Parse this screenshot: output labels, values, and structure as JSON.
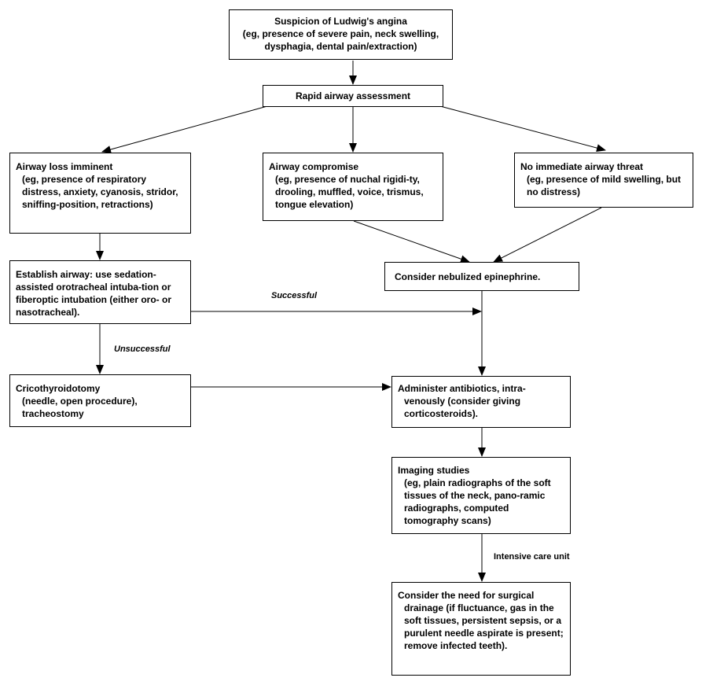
{
  "nodes": {
    "suspicion": {
      "first": "Suspicion of Ludwig's angina",
      "rest": "(eg, presence of severe pain, neck swelling, dysphagia, dental pain/extraction)"
    },
    "rapid_assessment": {
      "first": "Rapid airway assessment",
      "rest": ""
    },
    "airway_loss": {
      "first": "Airway loss imminent",
      "rest": "(eg, presence of respiratory distress, anxiety, cyanosis, stridor, sniffing-position, retractions)"
    },
    "airway_compromise": {
      "first": "Airway compromise",
      "rest": "(eg, presence of nuchal rigidi-ty, drooling, muffled, voice, trismus, tongue elevation)"
    },
    "no_threat": {
      "first": "No immediate airway threat",
      "rest": "(eg, presence of mild swelling, but no distress)"
    },
    "establish_airway": {
      "first": "Establish airway: use sedation-assisted orotracheal intuba-tion or fiberoptic intubation (either oro- or nasotracheal).",
      "rest": ""
    },
    "nebulized": {
      "first": "Consider nebulized epinephrine.",
      "rest": ""
    },
    "cricothyroidotomy": {
      "first": "Cricothyroidotomy",
      "rest": "(needle, open procedure), tracheostomy"
    },
    "antibiotics": {
      "first": "Administer antibiotics, intra-",
      "rest": "venously (consider giving corticosteroids)."
    },
    "imaging": {
      "first": "Imaging studies",
      "rest": "(eg, plain radiographs of the soft tissues of the neck, pano-ramic radiographs, computed tomography scans)"
    },
    "surgical": {
      "first": "Consider the need for surgical",
      "rest": "drainage (if fluctuance, gas in the soft tissues, persistent sepsis, or a purulent needle aspirate is present; remove infected teeth)."
    }
  },
  "edge_labels": {
    "successful": "Successful",
    "unsuccessful": "Unsuccessful",
    "icu": "Intensive care unit"
  }
}
